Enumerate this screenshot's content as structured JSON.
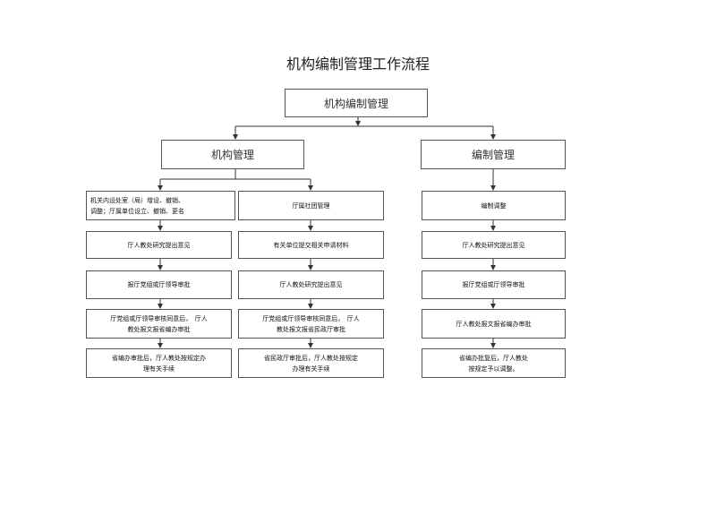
{
  "title": "机构编制管理工作流程",
  "root": "机构编制管理",
  "branch_left": "机构管理",
  "branch_right": "编制管理",
  "col1": [
    "机关内设处室（局）增设、撤销、\n调整；厅属单位设立、撤销、更名",
    "厅人教处研究提出意见",
    "报厅党组或厅领导审批",
    "厅党组或厅领导审核同意后，　厅人\n教处报文报省编办审批",
    "省编办审批后，厅人教处按规定办\n理有关手续"
  ],
  "col2": [
    "厅属社团管理",
    "有关单位提交相关申请材料",
    "厅人教处研究提出意见",
    "厅党组或厅领导审核同意后，　厅人\n教处报文报省民政厅审批",
    "省民政厅审批后，厅人教处按规定\n办理有关手续"
  ],
  "col3": [
    "编制调整",
    "厅人教处研究提出意见",
    "报厅党组或厅领导审批",
    "厅人教处报文报省编办审批",
    "省编办批复后，厅人教处\n按规定予以调整。"
  ]
}
